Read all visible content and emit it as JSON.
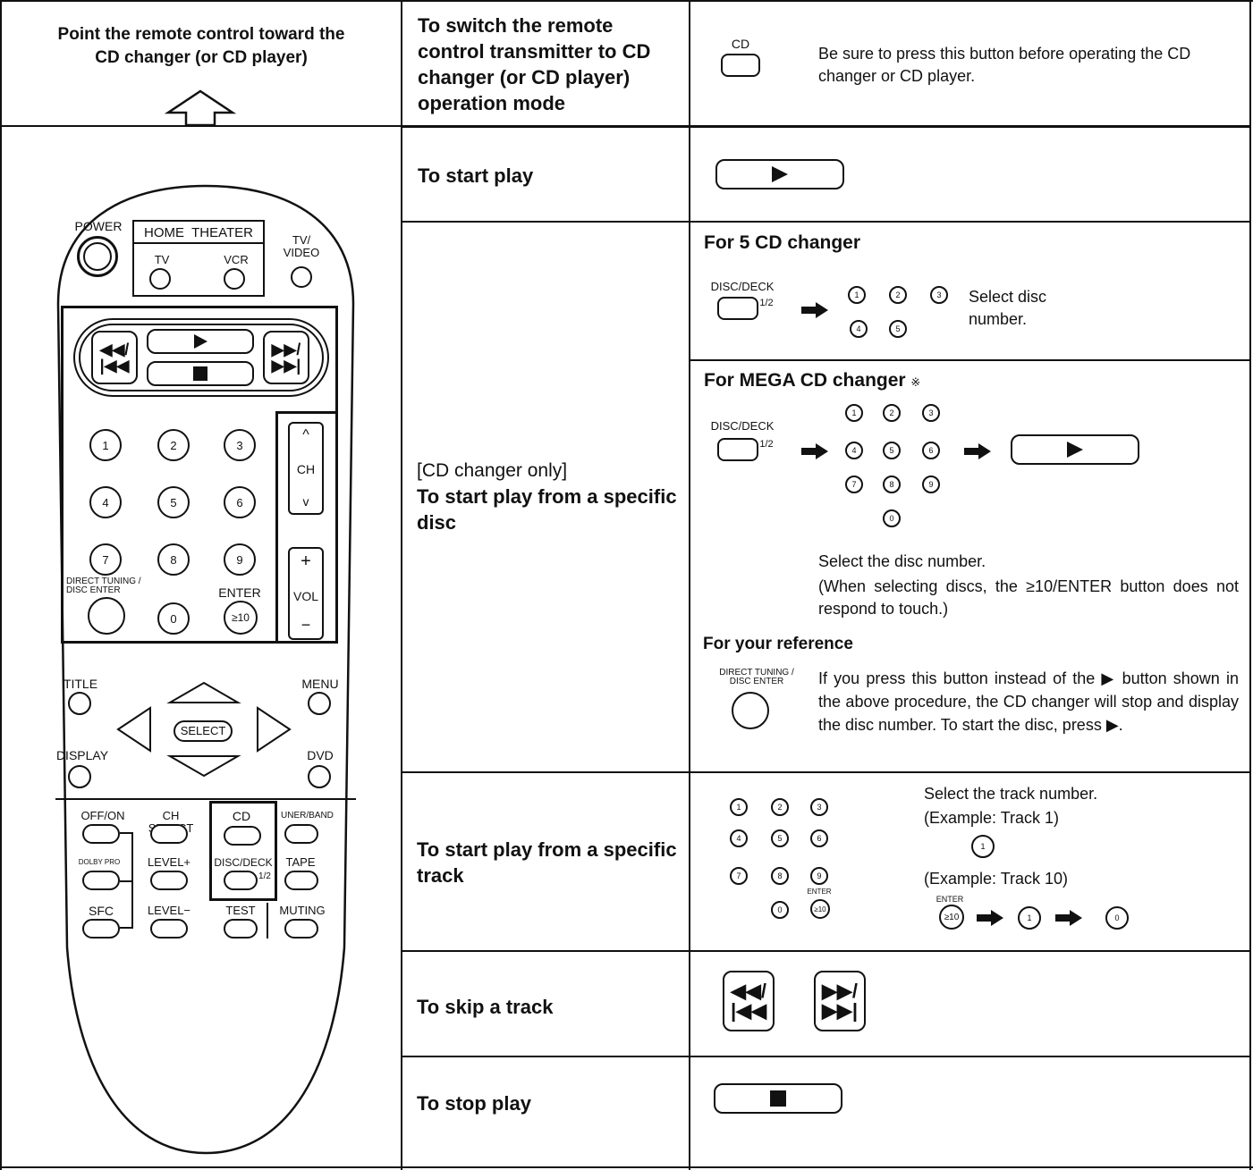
{
  "left": {
    "header": "Point the remote control toward the CD changer (or CD player)",
    "remote": {
      "power": "POWER",
      "home_theater": "HOME  THEATER",
      "tv": "TV",
      "vcr": "VCR",
      "tv_video": "TV/ VIDEO",
      "numbers": [
        "1",
        "2",
        "3",
        "4",
        "5",
        "6",
        "7",
        "8",
        "9",
        "0"
      ],
      "ch": "CH",
      "vol": "VOL",
      "vol_plus": "+",
      "vol_minus": "−",
      "ch_up": "^",
      "ch_down": "v",
      "direct_tuning": "DIRECT TUNING",
      "disc_enter": "DISC ENTER",
      "enter": "ENTER",
      "ge10": "≥10",
      "title": "TITLE",
      "menu": "MENU",
      "select": "SELECT",
      "display": "DISPLAY",
      "dvd": "DVD",
      "off_on": "OFF/ON",
      "ch_select": "CH SELECT",
      "cd": "CD",
      "tuner_band": "UNER/BAND",
      "prologic": "DOLBY PRO LOGIC",
      "level_plus": "LEVEL+",
      "disc_deck": "DISC/DECK",
      "half": "1/2",
      "tape": "TAPE",
      "sfc": "SFC",
      "level_minus": "LEVEL−",
      "test": "TEST",
      "muting": "MUTING"
    }
  },
  "rows": {
    "switch_mode": {
      "label": "To switch the remote control transmitter to CD changer (or CD player) operation mode",
      "button_label": "CD",
      "note": "Be sure to press this button before operating the CD changer or CD player."
    },
    "start_play": {
      "label": "To start play"
    },
    "specific_disc": {
      "label_prefix": "[CD changer only]",
      "label": "To start play from a specific disc",
      "five_cd": {
        "heading": "For 5 CD changer",
        "button": "DISC/DECK",
        "half": "1/2",
        "numbers": [
          "1",
          "2",
          "3",
          "4",
          "5"
        ],
        "select_text": "Select disc number."
      },
      "mega_cd": {
        "heading": "For MEGA CD changer",
        "mark": "※",
        "button": "DISC/DECK",
        "half": "1/2",
        "numbers": [
          "1",
          "2",
          "3",
          "4",
          "5",
          "6",
          "7",
          "8",
          "9",
          "0"
        ],
        "select_text": "Select the disc number.",
        "note": "(When selecting discs, the ≥10/ENTER button does not respond to touch.)"
      },
      "reference": {
        "heading": "For your reference",
        "button_left": "DIRECT TUNING",
        "button_right": "DISC ENTER",
        "text": "If you press this button instead of the ▶ button shown in the above procedure, the CD changer will stop and display the disc number. To start the disc, press ▶."
      }
    },
    "specific_track": {
      "label": "To start play from a specific track",
      "numbers": [
        "1",
        "2",
        "3",
        "4",
        "5",
        "6",
        "7",
        "8",
        "9",
        "0"
      ],
      "enter": "ENTER",
      "ge10": "≥10",
      "select_text": "Select the track number.",
      "example1": "(Example: Track 1)",
      "example1_btn": "1",
      "example2": "(Example: Track 10)",
      "example2_btns": [
        "≥10",
        "1",
        "0"
      ]
    },
    "skip": {
      "label": "To skip a track"
    },
    "stop": {
      "label": "To stop play"
    }
  }
}
